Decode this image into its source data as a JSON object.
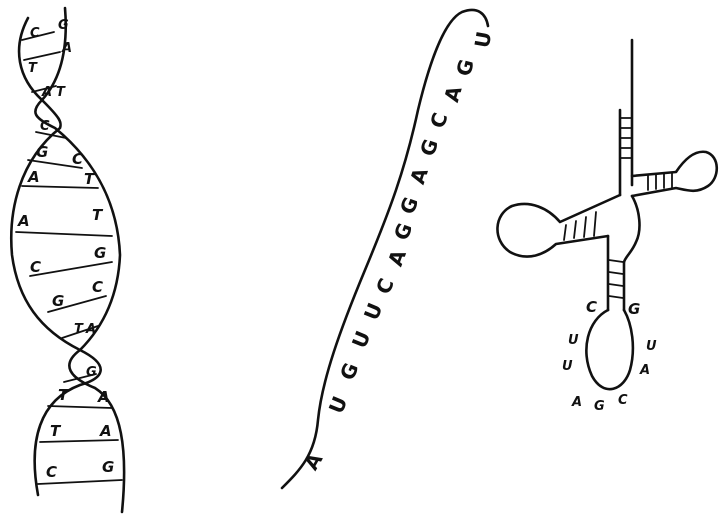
{
  "dna": {
    "pairs": [
      [
        "C",
        "G"
      ],
      [
        "T",
        "A"
      ],
      [
        "A",
        "T"
      ],
      [
        "C",
        ""
      ],
      [
        "G",
        "C"
      ],
      [
        "A",
        "T"
      ],
      [
        "A",
        "T"
      ],
      [
        "C",
        "G"
      ],
      [
        "G",
        "C"
      ],
      [
        "T",
        "A"
      ],
      [
        "",
        "G"
      ],
      [
        "T",
        "A"
      ],
      [
        "T",
        "A"
      ],
      [
        "C",
        "G"
      ]
    ]
  },
  "mrna": {
    "sequence": [
      "A",
      "U",
      "G",
      "U",
      "U",
      "C",
      "A",
      "G",
      "G",
      "A",
      "G",
      "C",
      "A",
      "G",
      "U"
    ]
  },
  "trna": {
    "stem_pair": [
      "C",
      "G"
    ],
    "loop_left": [
      "U",
      "U"
    ],
    "loop_bottom": [
      "A",
      "G",
      "C"
    ],
    "loop_right": [
      "U",
      "A"
    ]
  },
  "colors": {
    "ink": "#111111",
    "paper": "#ffffff"
  }
}
